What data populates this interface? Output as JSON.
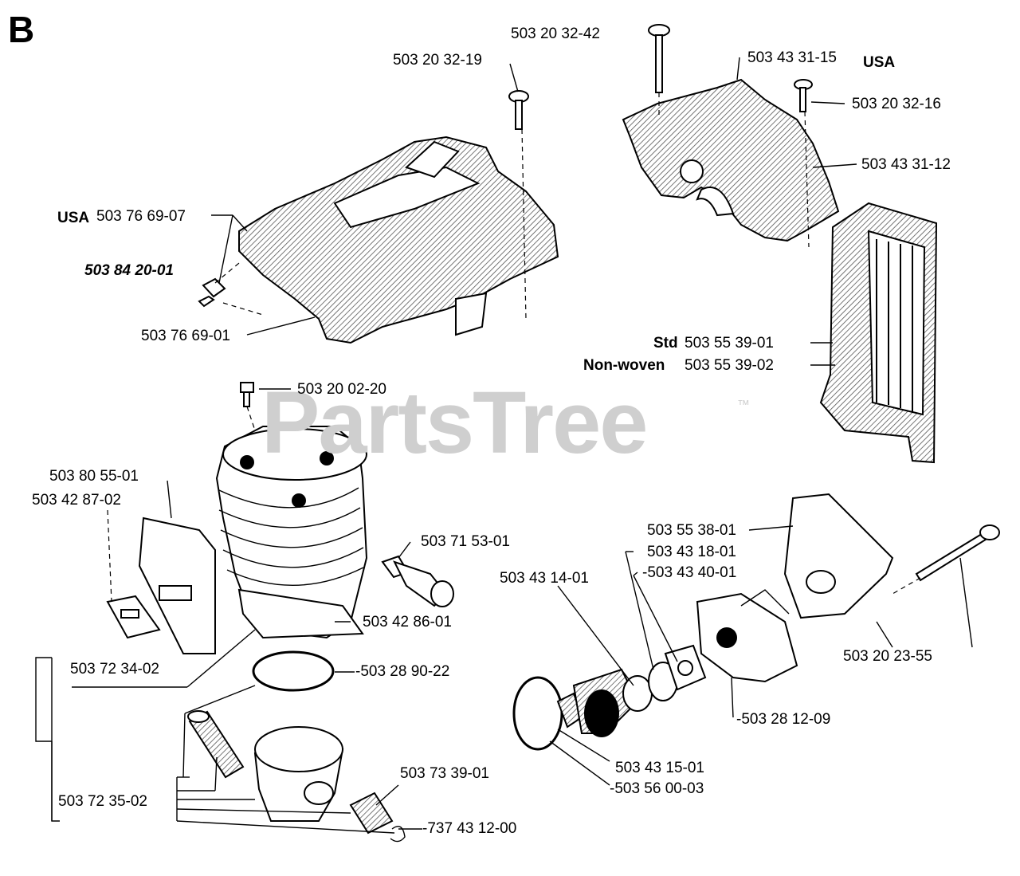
{
  "section": "B",
  "watermark": {
    "brand": "PartsTree",
    "tm": "™"
  },
  "labels": {
    "p_503203242": "503 20 32-42",
    "p_503203219": "503 20 32-19",
    "p_503433115": "503 43 31-15",
    "usa_top": "USA",
    "p_503203216": "503 20 32-16",
    "p_503433112": "503 43 31-12",
    "usa_left": "USA",
    "p_503766907": "503 76 69-07",
    "p_503842001": "503 84 20-01",
    "p_503766901": "503 76 69-01",
    "std": "Std",
    "p_503553901": "503 55 39-01",
    "nonwoven": "Non-woven",
    "p_503553902": "503 55 39-02",
    "p_503200220": "503 20 02-20",
    "p_503805501": "503 80 55-01",
    "p_503428702": "503 42 87-02",
    "p_503715301": "503 71 53-01",
    "p_503553801": "503 55 38-01",
    "p_503431801": "503 43 18-01",
    "p_503434001": "-503 43 40-01",
    "p_503431401": "503 43 14-01",
    "p_503428601": "503 42 86-01",
    "p_503723402": "503 72 34-02",
    "p_503289022": "-503 28 90-22",
    "p_503202355": "503 20 23-55",
    "p_503281209": "-503 28 12-09",
    "p_503733901": "503 73 39-01",
    "p_503723502": "503 72 35-02",
    "p_503431501": "503 43 15-01",
    "p_503560003": "-503 56 00-03",
    "p_737431200": "-737 43 12-00"
  }
}
